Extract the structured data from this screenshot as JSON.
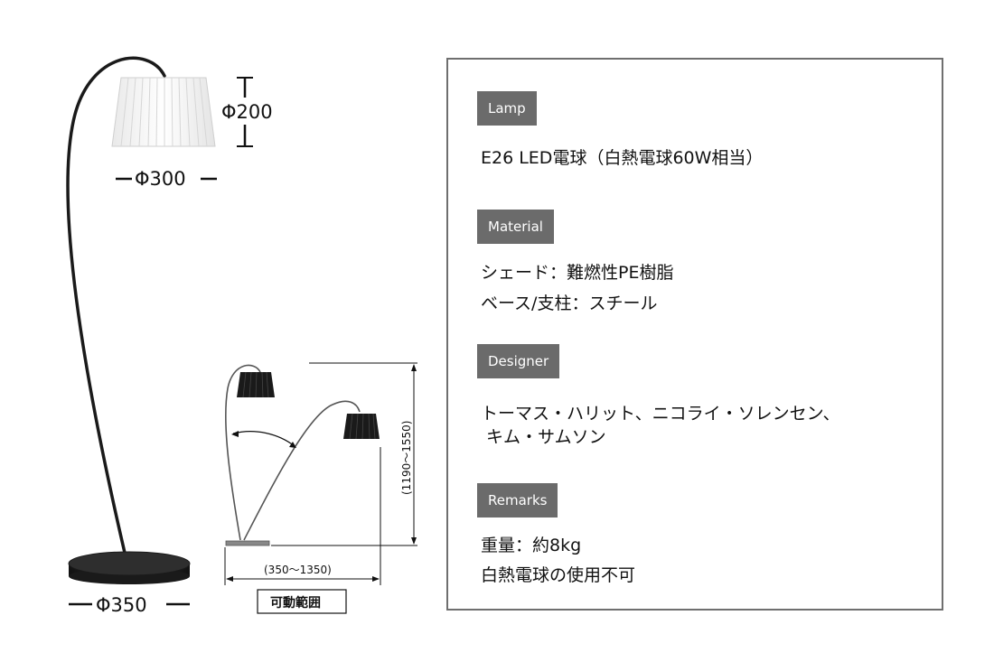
{
  "drawing": {
    "shade_height_label": "Φ200",
    "shade_width_label": "Φ300",
    "base_label": "Φ350",
    "height_range_label": "(1190～1550)",
    "reach_range_label": "(350～1350)",
    "movable_range_label": "可動範囲"
  },
  "specs": [
    {
      "tag": "Lamp",
      "lines": [
        "E26 LED電球（白熱電球60W相当）"
      ]
    },
    {
      "tag": "Material",
      "lines": [
        "シェード：難燃性PE樹脂",
        "ベース/支柱：スチール"
      ]
    },
    {
      "tag": "Designer",
      "lines": [
        "トーマス・ハリット、ニコライ・ソレンセン、",
        " キム・サムソン"
      ]
    },
    {
      "tag": "Remarks",
      "lines": [
        "重量：約8kg",
        "白熱電球の使用不可"
      ]
    }
  ],
  "colors": {
    "tag_bg": "#6b6b6b",
    "panel_border": "#6f6f6f",
    "lamp_black": "#1a1a1a"
  }
}
